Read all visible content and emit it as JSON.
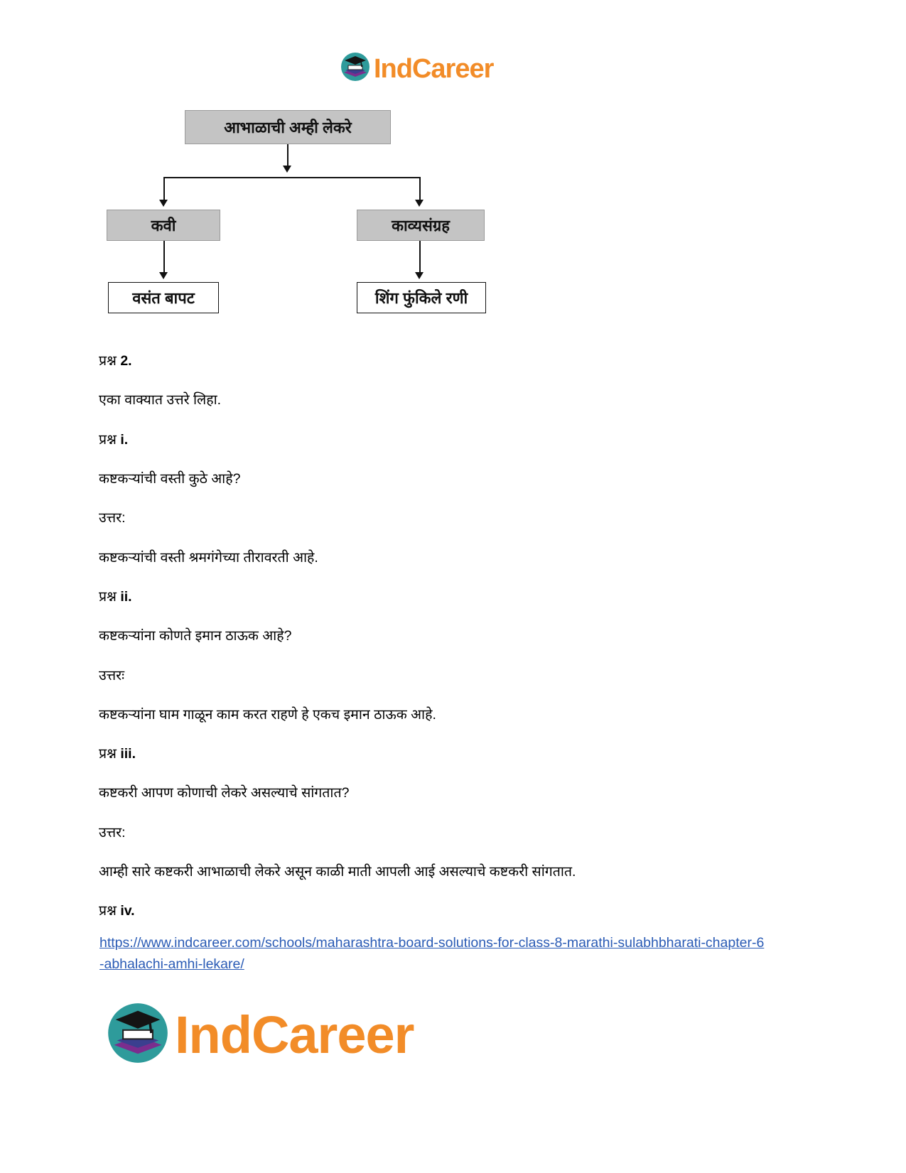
{
  "brand": {
    "name": "IndCareer",
    "wordmark_color": "#F28C28",
    "mark_circle_color": "#2E9B9B",
    "mark_cap_color": "#111111",
    "mark_books_color": "#7B2D8E",
    "logo_icon": "graduation-cap-books-icon"
  },
  "diagram": {
    "type": "flow-chart",
    "root": "आभाळाची अम्ही लेकरे",
    "branches": [
      {
        "label": "कवी",
        "child": "वसंत बापट"
      },
      {
        "label": "काव्यसंग्रह",
        "child": "शिंग फुंकिले रणी"
      }
    ]
  },
  "content": {
    "lines": [
      {
        "prefix": "प्रश्न ",
        "roman": "2.",
        "text": ""
      },
      {
        "prefix": "",
        "roman": "",
        "text": "एका वाक्यात उत्तरे लिहा."
      },
      {
        "prefix": "प्रश्न ",
        "roman": "i.",
        "text": ""
      },
      {
        "prefix": "",
        "roman": "",
        "text": "कष्टकऱ्यांची वस्ती कुठे आहे?"
      },
      {
        "prefix": "",
        "roman": "",
        "text": "उत्तर:"
      },
      {
        "prefix": "",
        "roman": "",
        "text": "कष्टकऱ्यांची वस्ती श्रमगंगेच्या तीरावरती आहे."
      },
      {
        "prefix": "प्रश्न ",
        "roman": "ii.",
        "text": ""
      },
      {
        "prefix": "",
        "roman": "",
        "text": "कष्टकऱ्यांना कोणते इमान ठाऊक आहे?"
      },
      {
        "prefix": "",
        "roman": "",
        "text": "उत्तरः"
      },
      {
        "prefix": "",
        "roman": "",
        "text": "कष्टकऱ्यांना घाम गाळून काम करत राहणे हे एकच इमान ठाऊक आहे."
      },
      {
        "prefix": "प्रश्न ",
        "roman": "iii.",
        "text": ""
      },
      {
        "prefix": "",
        "roman": "",
        "text": "कष्टकरी आपण कोणाची लेकरे असल्याचे सांगतात?"
      },
      {
        "prefix": "",
        "roman": "",
        "text": "उत्तर:"
      },
      {
        "prefix": "",
        "roman": "",
        "text": "आम्ही सारे कष्टकरी आभाळाची लेकरे असून काळी माती आपली आई असल्याचे कष्टकरी सांगतात."
      },
      {
        "prefix": "प्रश्न ",
        "roman": "iv.",
        "text": ""
      }
    ]
  },
  "footer": {
    "url": "https://www.indcareer.com/schools/maharashtra-board-solutions-for-class-8-marathi-sulabhbharati-chapter-6-abhalachi-amhi-lekare/",
    "url_color": "#2a5bb5"
  }
}
